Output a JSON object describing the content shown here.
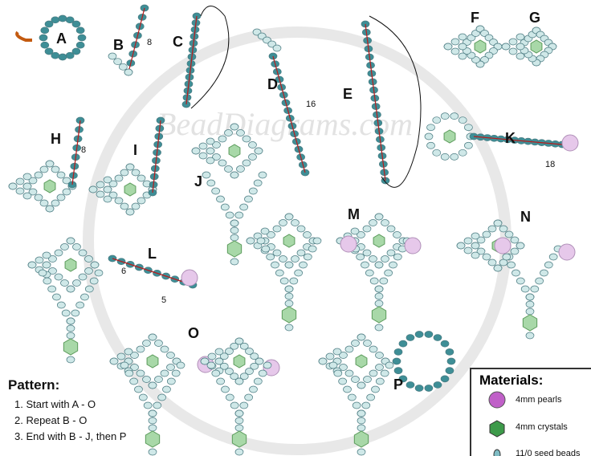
{
  "watermark": "BeadDiagrams.com",
  "steps": {
    "A": "A",
    "B": "B",
    "C": "C",
    "D": "D",
    "E": "E",
    "F": "F",
    "G": "G",
    "H": "H",
    "I": "I",
    "J": "J",
    "K": "K",
    "L": "L",
    "M": "M",
    "N": "N",
    "O": "O",
    "P": "P"
  },
  "counts": {
    "b": "8",
    "d": "16",
    "h": "8",
    "k": "18",
    "l1": "6",
    "l2": "5"
  },
  "pattern": {
    "title": "Pattern:",
    "items": [
      "1. Start with A - O",
      "2. Repeat B - O",
      "3. End with B - J, then P"
    ]
  },
  "materials": {
    "title": "Materials:",
    "items": [
      {
        "icon": "pearl-icon",
        "label": "4mm pearls",
        "color": "#b04ab8"
      },
      {
        "icon": "crystal-icon",
        "label": "4mm crystals",
        "color": "#3d9a4a"
      },
      {
        "icon": "seed-bead-icon",
        "label": "11/0 seed beads",
        "color": "#7fbcc4"
      }
    ]
  },
  "colors": {
    "bead_light": "#cfe8e8",
    "bead_dark": "#3e8e96",
    "thread": "#b81c1c",
    "crystal": "#a8d8a8",
    "pearl": "#e6c8ea"
  }
}
